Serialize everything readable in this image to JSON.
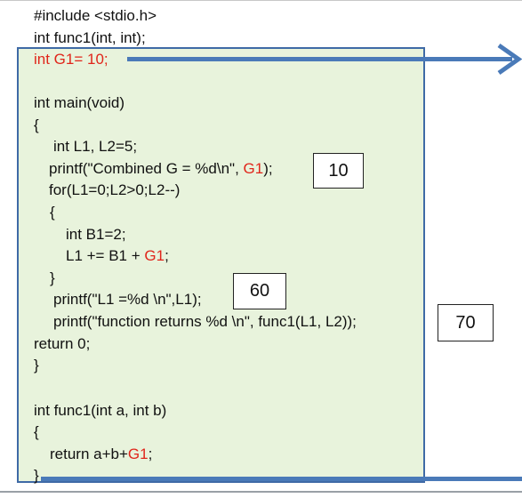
{
  "code": {
    "l1": "#include <stdio.h>",
    "l2": "int func1(int, int);",
    "l3": "int G1= 10;",
    "l4": "int main(void)",
    "l5": "{",
    "l6": "int L1, L2=5;",
    "l7a": "printf(\"Combined G = %d\\n\", ",
    "l7b": "G1",
    "l7c": ");",
    "l8": "for(L1=0;L2>0;L2--)",
    "l9": "{",
    "l10": "int B1=2;",
    "l11a": "L1 += B1 + ",
    "l11b": "G1",
    "l11c": ";",
    "l12": "}",
    "l13": "printf(\"L1 =%d \\n\",L1);",
    "l14": "printf(\"function returns %d \\n\", func1(L1, L2));",
    "l15": "return 0;",
    "l16": "}",
    "l17": "int func1(int a, int b)",
    "l18": "{",
    "l19a": "return a+b+",
    "l19b": "G1",
    "l19c": ";",
    "l20": "}"
  },
  "values": {
    "combined": "10",
    "l1": "60",
    "func_return": "70"
  },
  "colors": {
    "scope_fill": "#e8f3dc",
    "scope_border": "#3f6aa6",
    "arrow": "#4a7ab8",
    "highlight": "#e0261b"
  }
}
